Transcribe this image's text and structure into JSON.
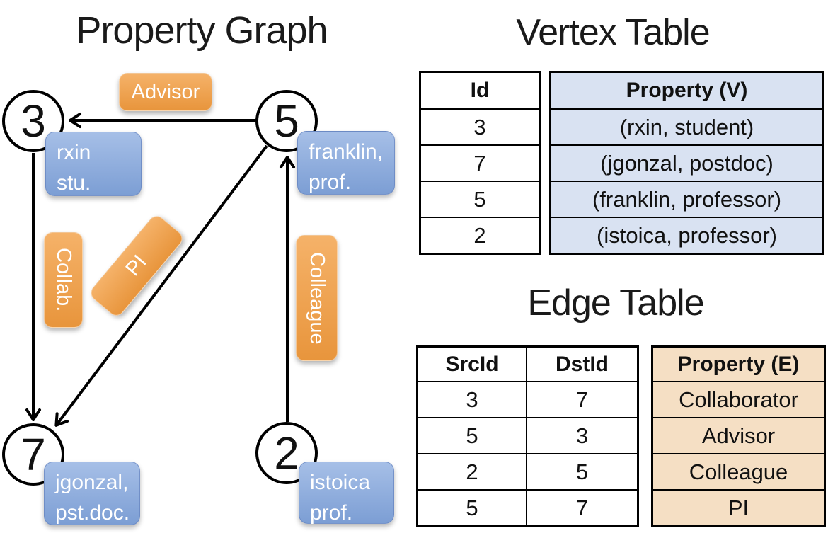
{
  "graph": {
    "title": "Property Graph",
    "nodes": {
      "n3": "3",
      "n5": "5",
      "n7": "7",
      "n2": "2"
    },
    "edge_labels": {
      "advisor": "Advisor",
      "collab": "Collab.",
      "pi": "PI",
      "colleague": "Colleague"
    },
    "vertex_boxes": {
      "v3": {
        "line1": "rxin",
        "line2": "stu."
      },
      "v5": {
        "line1": "franklin,",
        "line2": "prof."
      },
      "v7": {
        "line1": "jgonzal,",
        "line2": "pst.doc."
      },
      "v2": {
        "line1": "istoica",
        "line2": "prof."
      }
    }
  },
  "vertex_table": {
    "title": "Vertex Table",
    "columns": {
      "id": "Id",
      "property": "Property (V)"
    },
    "rows": [
      {
        "id": "3",
        "property": "(rxin, student)"
      },
      {
        "id": "7",
        "property": "(jgonzal, postdoc)"
      },
      {
        "id": "5",
        "property": "(franklin, professor)"
      },
      {
        "id": "2",
        "property": "(istoica, professor)"
      }
    ]
  },
  "edge_table": {
    "title": "Edge Table",
    "columns": {
      "src": "SrcId",
      "dst": "DstId",
      "property": "Property (E)"
    },
    "rows": [
      {
        "src": "3",
        "dst": "7",
        "property": "Collaborator"
      },
      {
        "src": "5",
        "dst": "3",
        "property": "Advisor"
      },
      {
        "src": "2",
        "dst": "5",
        "property": "Colleague"
      },
      {
        "src": "5",
        "dst": "7",
        "property": "PI"
      }
    ]
  },
  "colors": {
    "orange_top": "#F5B269",
    "orange_bottom": "#E8953C",
    "blue_top": "#A6BFE7",
    "blue_bottom": "#7C9ED4",
    "vertex_property_bg": "#D9E2F2",
    "edge_property_bg": "#F5DFC4",
    "line_color": "#000000"
  }
}
